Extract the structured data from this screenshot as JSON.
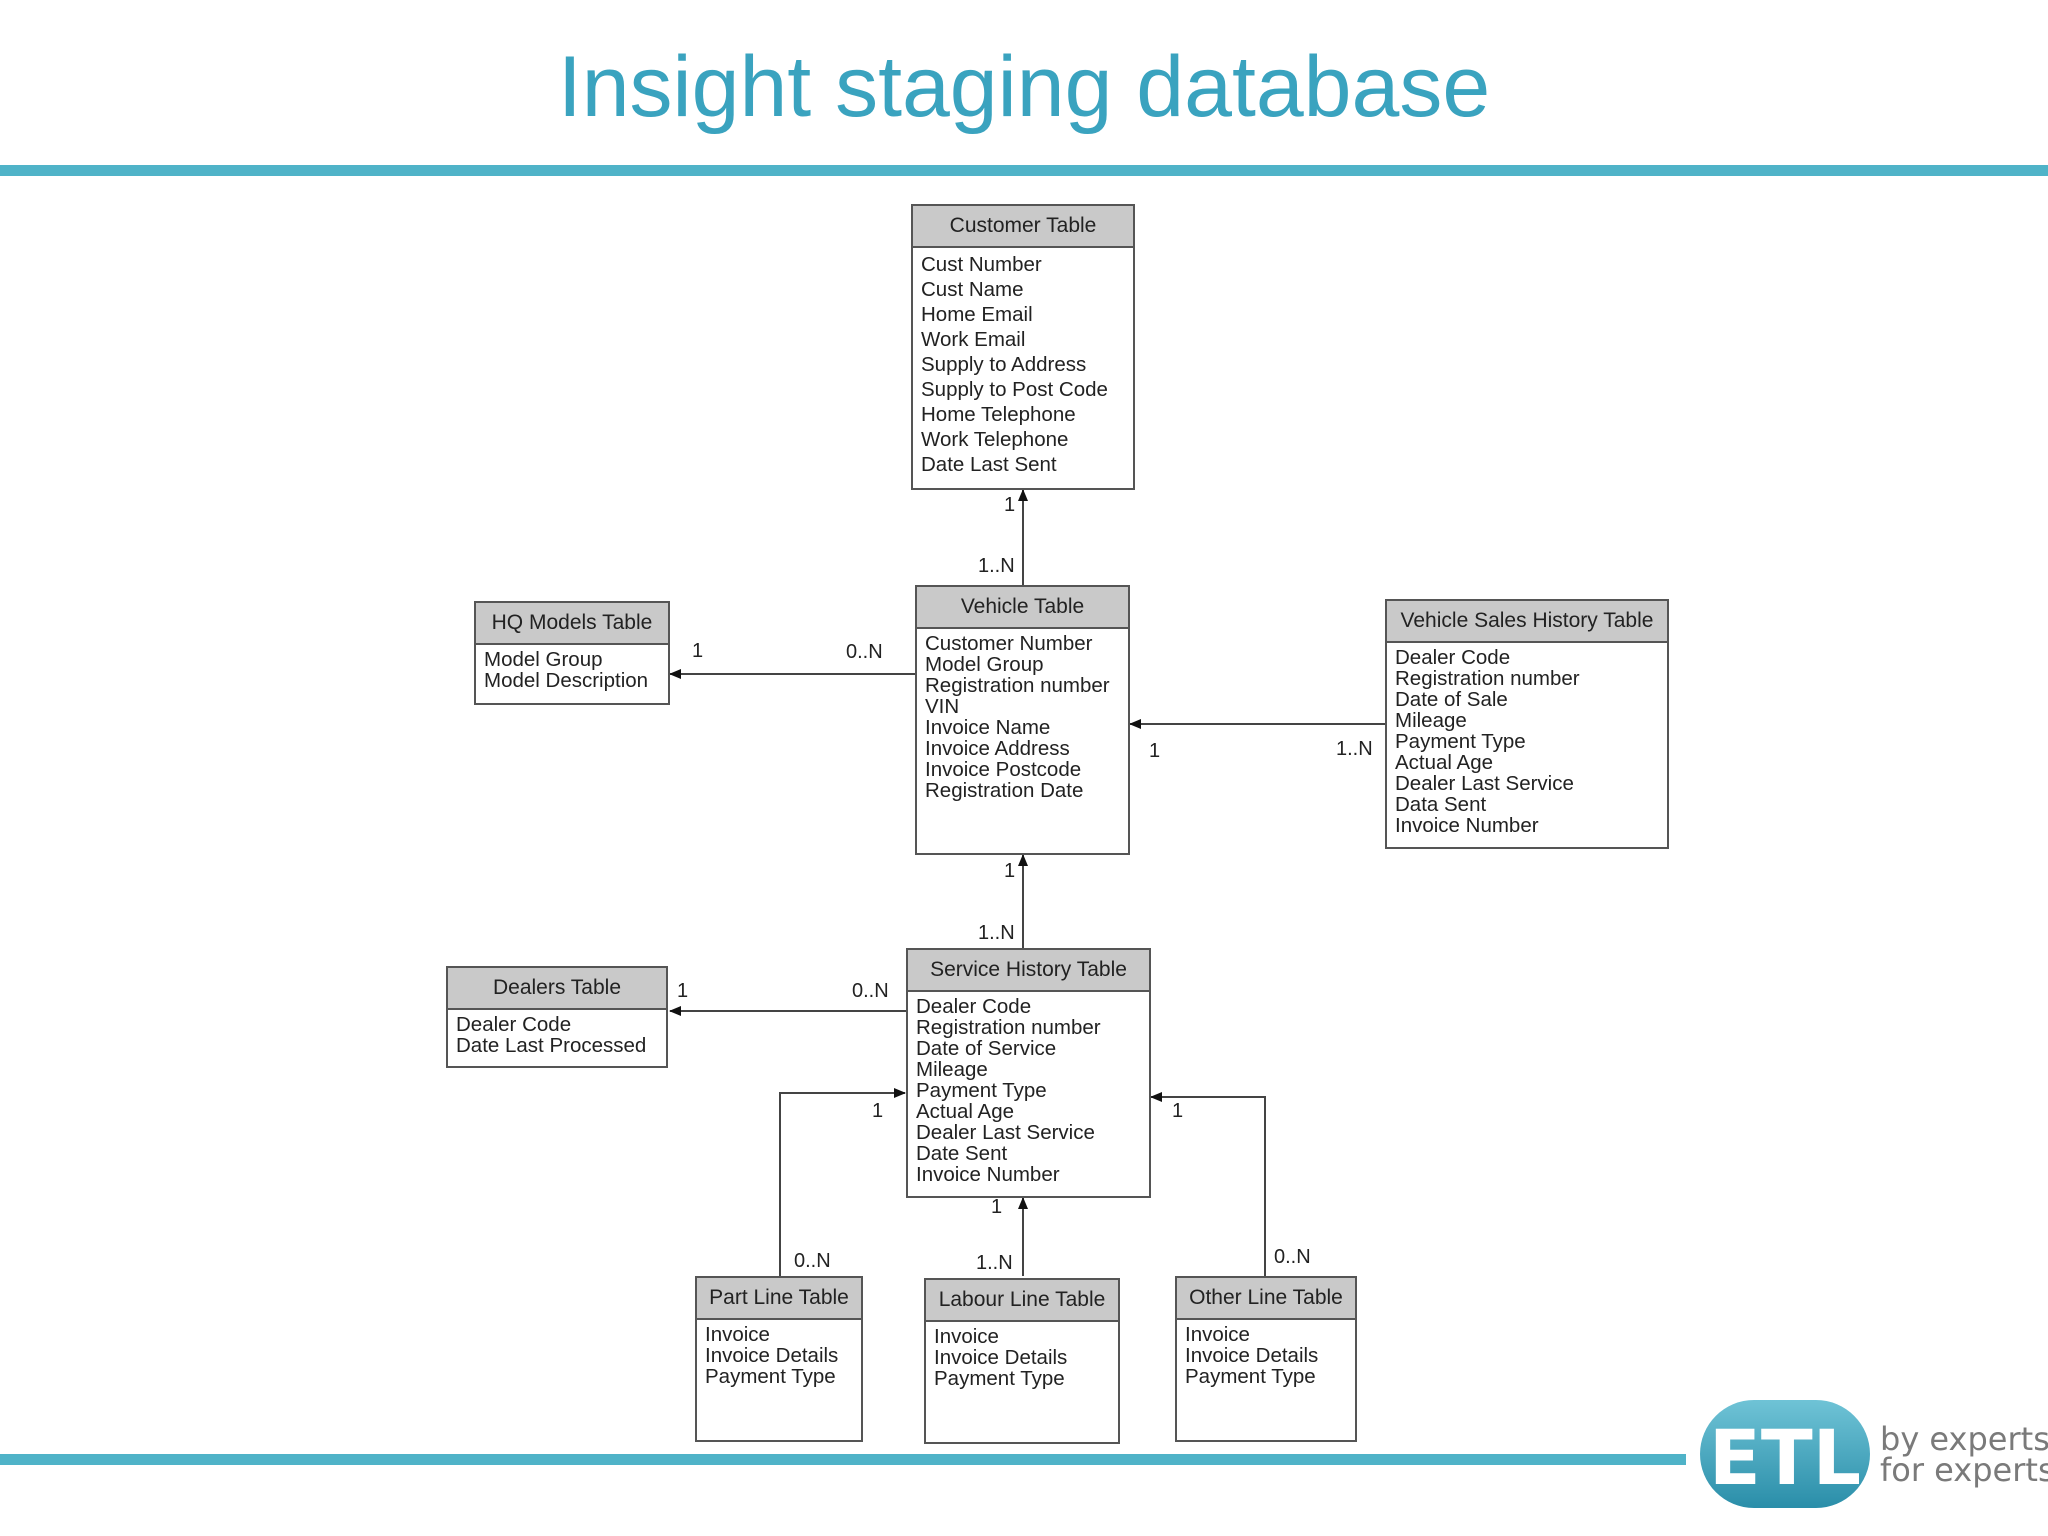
{
  "title": "Insight staging database",
  "tables": {
    "customer": {
      "name": "Customer Table",
      "fields": [
        "Cust Number",
        "Cust Name",
        "Home Email",
        "Work Email",
        "Supply to Address",
        "Supply to Post Code",
        "Home Telephone",
        "Work Telephone",
        "Date Last Sent"
      ]
    },
    "vehicle": {
      "name": "Vehicle Table",
      "fields": [
        "Customer Number",
        "Model Group",
        "Registration number",
        "VIN",
        "Invoice Name",
        "Invoice Address",
        "Invoice Postcode",
        "Registration Date"
      ]
    },
    "hq_models": {
      "name": "HQ Models Table",
      "fields": [
        "Model Group",
        "Model Description"
      ]
    },
    "vehicle_sales_history": {
      "name": "Vehicle Sales History Table",
      "fields": [
        "Dealer Code",
        "Registration number",
        "Date of Sale",
        "Mileage",
        "Payment Type",
        "Actual Age",
        "Dealer Last Service",
        "Data Sent",
        "Invoice Number"
      ]
    },
    "service_history": {
      "name": "Service History Table",
      "fields": [
        "Dealer Code",
        "Registration number",
        "Date of Service",
        "Mileage",
        "Payment Type",
        "Actual Age",
        "Dealer Last Service",
        "Date Sent",
        "Invoice Number"
      ]
    },
    "dealers": {
      "name": "Dealers Table",
      "fields": [
        "Dealer Code",
        "Date Last Processed"
      ]
    },
    "part_line": {
      "name": "Part Line Table",
      "fields": [
        "Invoice",
        "Invoice Details",
        "Payment Type"
      ]
    },
    "labour_line": {
      "name": "Labour Line Table",
      "fields": [
        "Invoice",
        "Invoice Details",
        "Payment Type"
      ]
    },
    "other_line": {
      "name": "Other Line Table",
      "fields": [
        "Invoice",
        "Invoice Details",
        "Payment Type"
      ]
    }
  },
  "cardinalities": {
    "customer_vehicle_one": "1",
    "customer_vehicle_many": "1..N",
    "hq_vehicle_one": "1",
    "hq_vehicle_many": "0..N",
    "vehicle_sales_one": "1",
    "vehicle_sales_many": "1..N",
    "vehicle_service_one": "1",
    "vehicle_service_many": "1..N",
    "dealers_service_one": "1",
    "dealers_service_many": "0..N",
    "service_part_one": "1",
    "service_part_many": "0..N",
    "service_labour_one": "1",
    "service_labour_many": "1..N",
    "service_other_one": "1",
    "service_other_many": "0..N"
  },
  "branding": {
    "logo_text": "ETL",
    "tagline_line1": "by experts",
    "tagline_line2": "for experts",
    "accent_color": "#4fb3c8",
    "title_color": "#3aa3bf"
  }
}
